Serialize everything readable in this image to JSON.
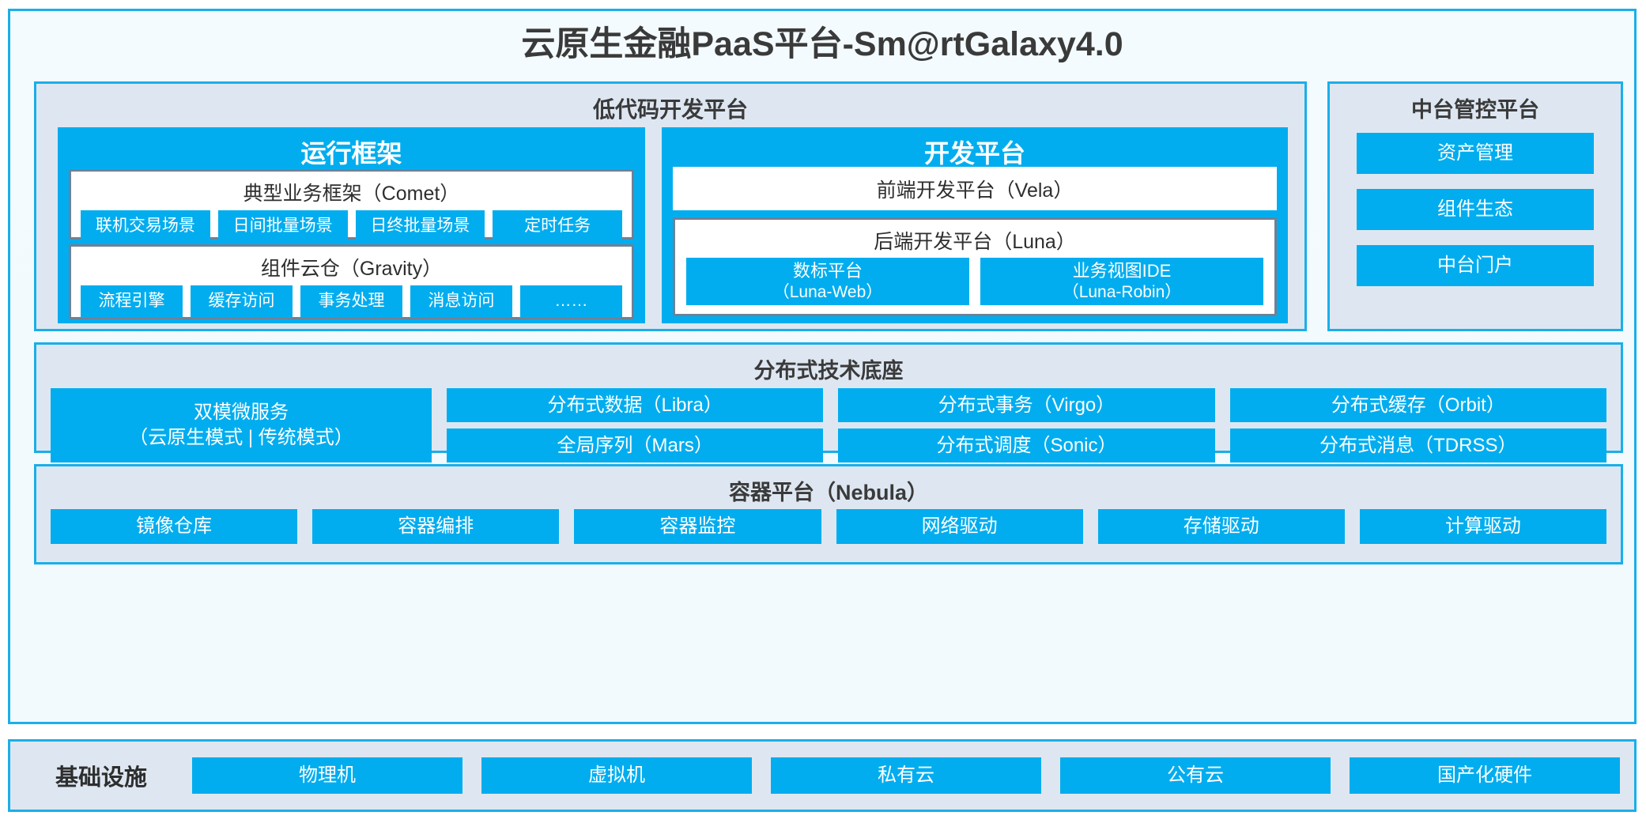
{
  "title": "云原生金融PaaS平台-Sm@rtGalaxy4.0",
  "colors": {
    "accent_blue": "#01ADEF",
    "border_blue": "#1AAFE8",
    "panel_bg": "#DEE7F1",
    "page_bg": "#F2FAFD",
    "box_border_grey": "#6F8195",
    "text_dark": "#3A3A3A"
  },
  "lowcode": {
    "title": "低代码开发平台",
    "runtime": {
      "title": "运行框架",
      "comet": {
        "title": "典型业务框架（Comet）",
        "items": [
          "联机交易场景",
          "日间批量场景",
          "日终批量场景",
          "定时任务"
        ]
      },
      "gravity": {
        "title": "组件云仓（Gravity）",
        "items": [
          "流程引擎",
          "缓存访问",
          "事务处理",
          "消息访问",
          "……"
        ]
      }
    },
    "dev": {
      "title": "开发平台",
      "frontend": "前端开发平台（Vela）",
      "backend": {
        "title": "后端开发平台（Luna）",
        "items": [
          {
            "name": "数标平台",
            "code": "（Luna-Web）"
          },
          {
            "name": "业务视图IDE",
            "code": "（Luna-Robin）"
          }
        ]
      }
    }
  },
  "midoffice": {
    "title": "中台管控平台",
    "items": [
      "资产管理",
      "组件生态",
      "中台门户"
    ]
  },
  "tech_base": {
    "title": "分布式技术底座",
    "dualmode": {
      "line1": "双模微服务",
      "line2": "（云原生模式 | 传统模式）"
    },
    "columns": [
      [
        "分布式数据（Libra）",
        "全局序列（Mars）"
      ],
      [
        "分布式事务（Virgo）",
        "分布式调度（Sonic）"
      ],
      [
        "分布式缓存（Orbit）",
        "分布式消息（TDRSS）"
      ]
    ]
  },
  "container": {
    "title": "容器平台（Nebula）",
    "items": [
      "镜像仓库",
      "容器编排",
      "容器监控",
      "网络驱动",
      "存储驱动",
      "计算驱动"
    ]
  },
  "infrastructure": {
    "label": "基础设施",
    "items": [
      "物理机",
      "虚拟机",
      "私有云",
      "公有云",
      "国产化硬件"
    ]
  }
}
